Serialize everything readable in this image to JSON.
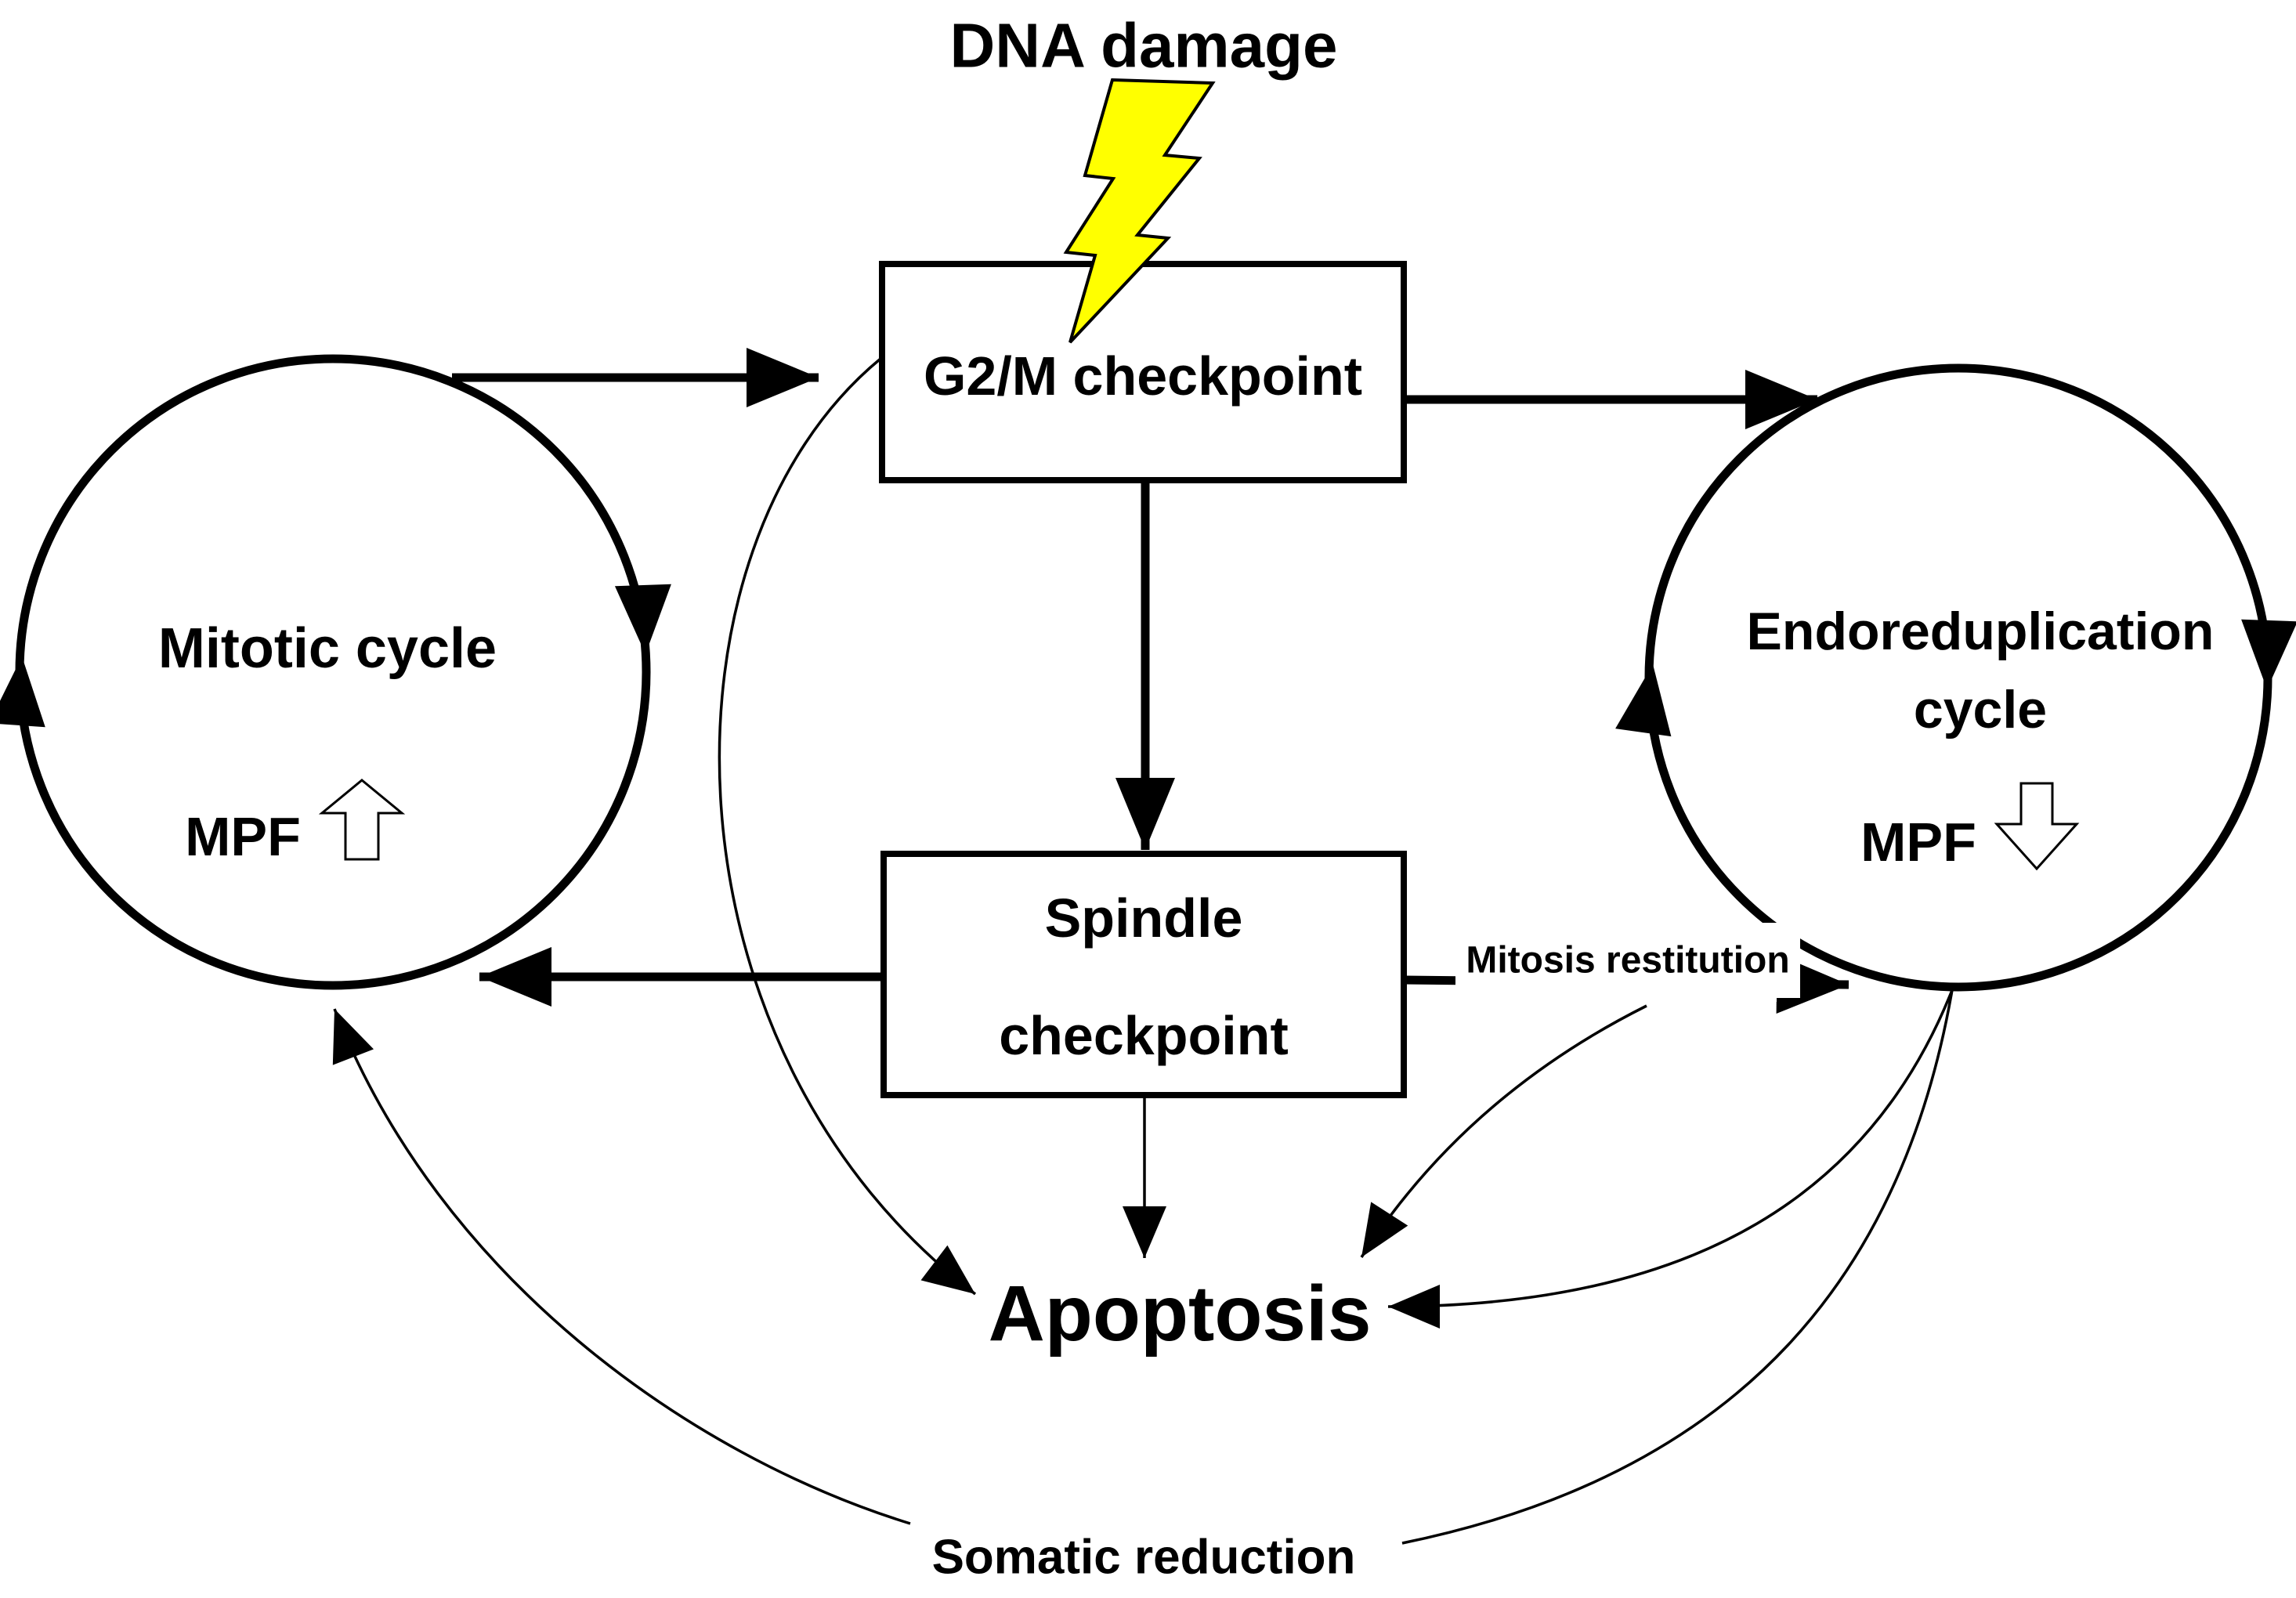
{
  "colors": {
    "background": "#ffffff",
    "line": "#000000",
    "bolt_fill": "#ffff00",
    "bolt_stroke": "#000000"
  },
  "nodes": {
    "dna_damage": {
      "label": "DNA damage"
    },
    "g2m_checkpoint": {
      "label": "G2/M checkpoint"
    },
    "spindle_checkpoint": {
      "line1": "Spindle",
      "line2": "checkpoint"
    },
    "mitotic_cycle": {
      "label": "Mitotic cycle",
      "mpf": "MPF",
      "mpf_direction": "up"
    },
    "endoreduplication_cycle": {
      "line1": "Endoreduplication",
      "line2": "cycle",
      "mpf": "MPF",
      "mpf_direction": "down"
    },
    "apoptosis": {
      "label": "Apoptosis"
    }
  },
  "edge_labels": {
    "mitosis_restitution": "Mitosis restitution",
    "somatic_reduction": "Somatic reduction"
  }
}
